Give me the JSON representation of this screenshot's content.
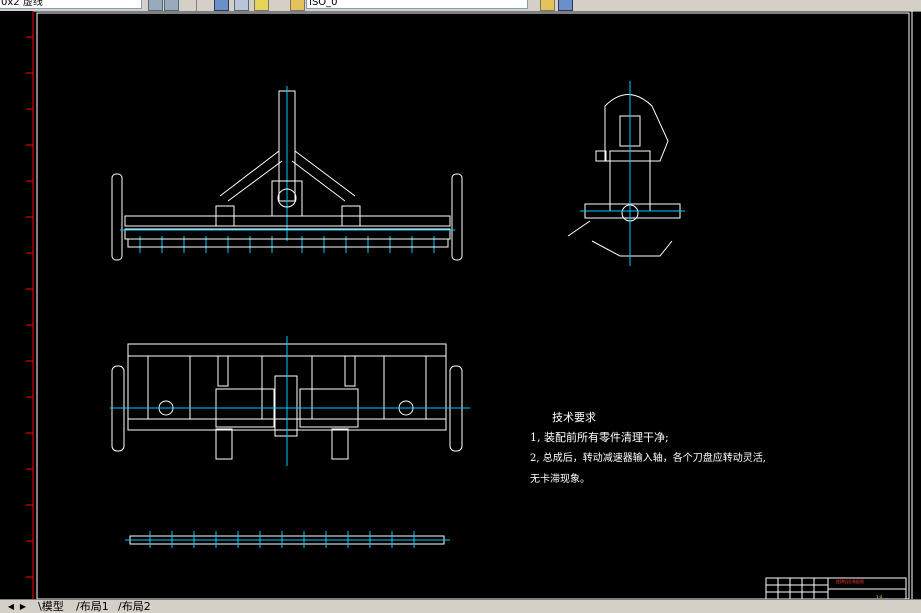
{
  "toolbar": {
    "layer_combo_value": "0x2 虚线",
    "layer_combo_value_right": "ISO_0"
  },
  "drawing": {
    "tech_title": "技术要求",
    "tech_line1": "1, 装配前所有零件清理干净;",
    "tech_line2": "2, 总成后，转动减速器输入轴，各个刀盘应转动灵活,",
    "tech_line3": "无卡滞现象。",
    "title_block_label": "旋耕机总装配图",
    "title_block_small": "1:5"
  },
  "tabs": {
    "model": "模型",
    "layout1": "布局1",
    "layout2": "布局2"
  },
  "colors": {
    "background": "#000000",
    "drawing_lines": "#ffffff",
    "center_lines": "#00c8ff",
    "border": "#ff0000",
    "title_block_text": "#ffff00",
    "title_block_label": "#ff3333"
  }
}
